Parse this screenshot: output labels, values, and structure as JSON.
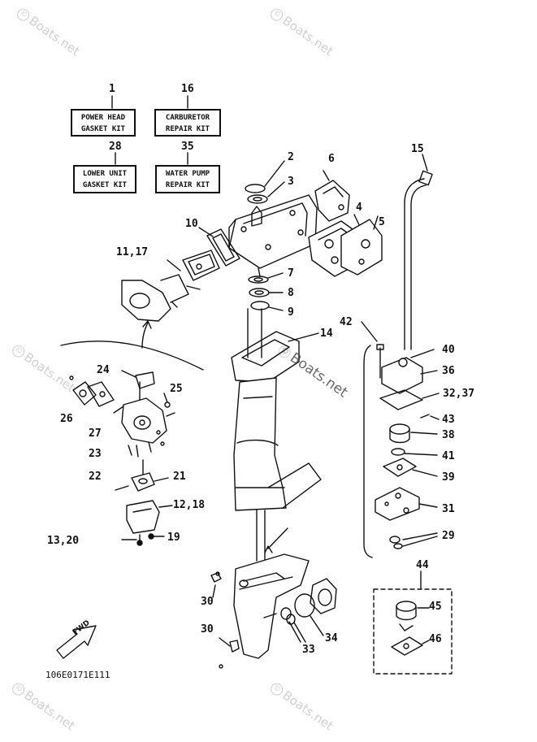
{
  "watermark": {
    "text": "Boats.net",
    "logo": "©"
  },
  "kits": [
    {
      "number": "1",
      "line1": "POWER HEAD",
      "line2": "GASKET KIT"
    },
    {
      "number": "16",
      "line1": "CARBURETOR",
      "line2": "REPAIR KIT"
    },
    {
      "number": "28",
      "line1": "LOWER UNIT",
      "line2": "GASKET KIT"
    },
    {
      "number": "35",
      "line1": "WATER PUMP",
      "line2": "REPAIR KIT"
    }
  ],
  "callouts": {
    "c2": "2",
    "c3": "3",
    "c6": "6",
    "c15": "15",
    "c4": "4",
    "c5": "5",
    "c10": "10",
    "c11_17": "11,17",
    "c7": "7",
    "c8": "8",
    "c9": "9",
    "c14": "14",
    "c42": "42",
    "c40": "40",
    "c36": "36",
    "c32_37": "32,37",
    "c43": "43",
    "c38": "38",
    "c41": "41",
    "c39": "39",
    "c31": "31",
    "c29": "29",
    "c24": "24",
    "c25": "25",
    "c26": "26",
    "c27": "27",
    "c23": "23",
    "c22": "22",
    "c21": "21",
    "c12_18": "12,18",
    "c13_20": "13,20",
    "c19": "19",
    "c44": "44",
    "c45": "45",
    "c46": "46",
    "c30a": "30",
    "c30b": "30",
    "c33": "33",
    "c34": "34"
  },
  "fwd_label": "FWD",
  "diagram_code": "106E0171E111"
}
